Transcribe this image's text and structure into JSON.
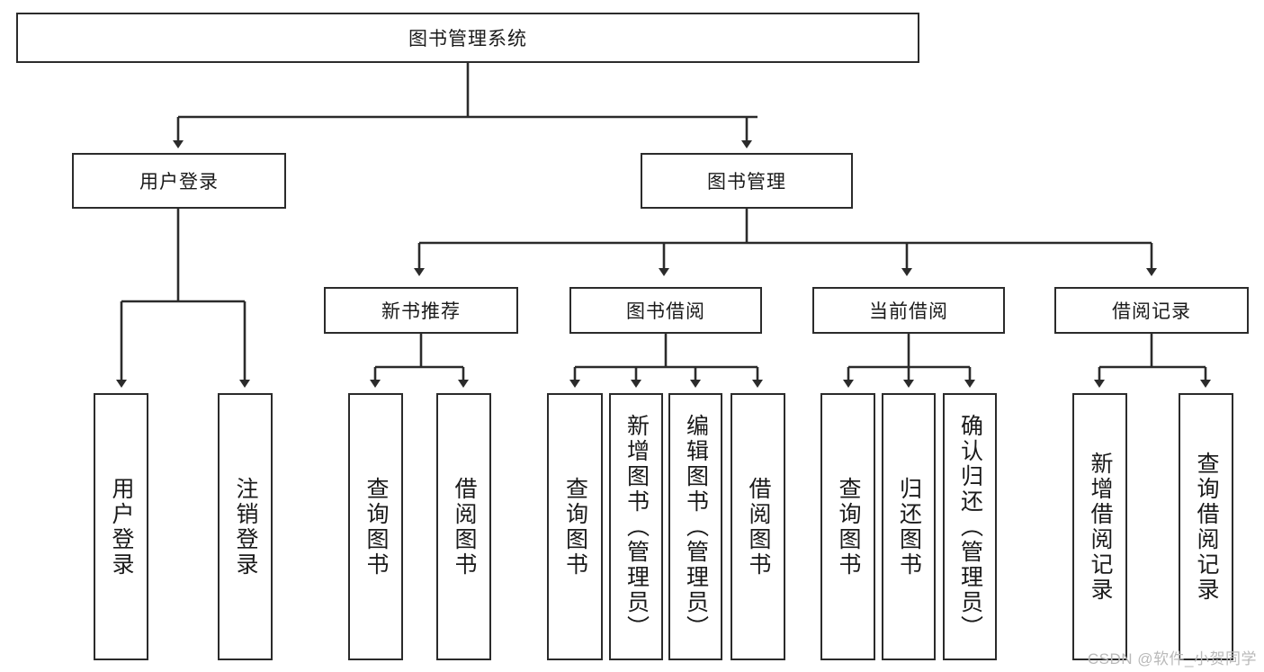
{
  "diagram": {
    "type": "tree-hierarchy-chart",
    "title": "图书管理系统",
    "root": {
      "label": "图书管理系统"
    },
    "level2": [
      {
        "label": "用户登录"
      },
      {
        "label": "图书管理"
      }
    ],
    "level3": [
      {
        "label": "新书推荐"
      },
      {
        "label": "图书借阅"
      },
      {
        "label": "当前借阅"
      },
      {
        "label": "借阅记录"
      }
    ],
    "leaves": {
      "user_login": [
        {
          "label": "用户登录"
        },
        {
          "label": "注销登录"
        }
      ],
      "new_book_recommend": [
        {
          "label": "查询图书"
        },
        {
          "label": "借阅图书"
        }
      ],
      "book_borrow": [
        {
          "label": "查询图书"
        },
        {
          "label": "新增图书（管理员）"
        },
        {
          "label": "编辑图书（管理员）"
        },
        {
          "label": "借阅图书"
        }
      ],
      "current_borrow": [
        {
          "label": "查询图书"
        },
        {
          "label": "归还图书"
        },
        {
          "label": "确认归还（管理员）"
        }
      ],
      "borrow_record": [
        {
          "label": "新增借阅记录"
        },
        {
          "label": "查询借阅记录"
        }
      ]
    }
  },
  "watermark": {
    "text": "CSDN @软件_小贺同学"
  },
  "colors": {
    "border": "#2b2b2b",
    "background": "#ffffff",
    "text": "#1a1a1a",
    "watermark": "#b9b9b9"
  }
}
